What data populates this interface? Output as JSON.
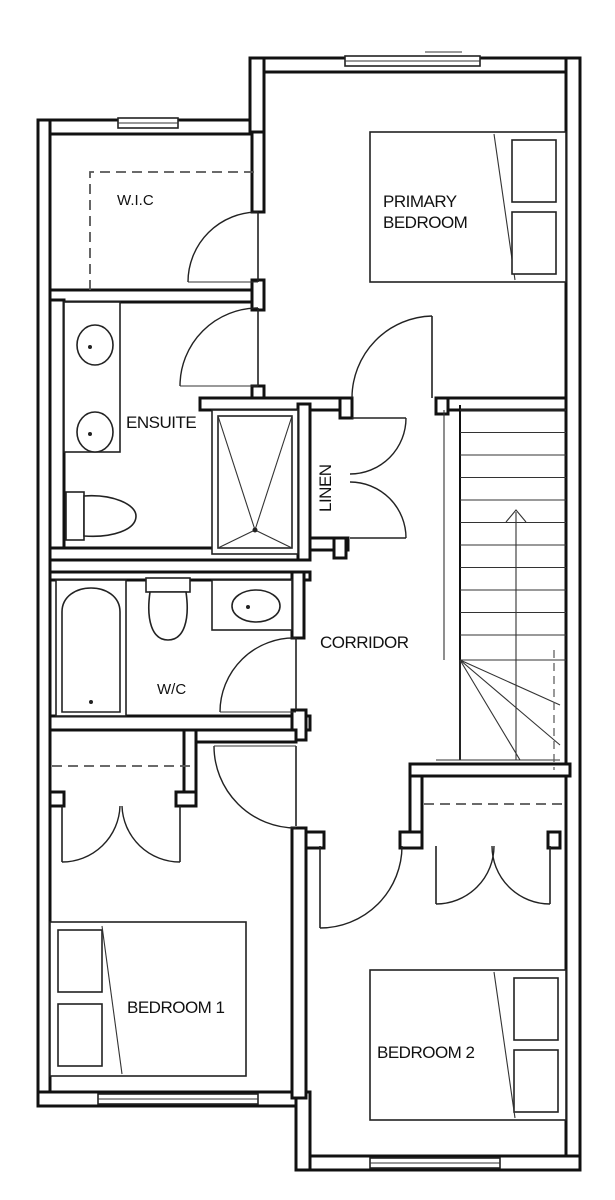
{
  "labels": {
    "wic": "W.I.C",
    "primary_bedroom_line1": "PRIMARY",
    "primary_bedroom_line2": "BEDROOM",
    "ensuite": "ENSUITE",
    "linen": "LINEN",
    "corridor": "CORRIDOR",
    "wc": "W/C",
    "bedroom1": "BEDROOM 1",
    "bedroom2": "BEDROOM 2"
  }
}
